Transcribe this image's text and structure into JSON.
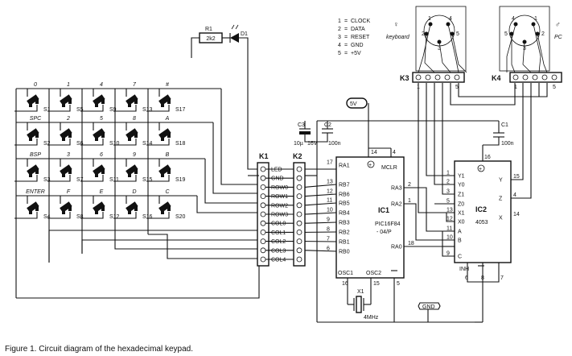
{
  "caption": "Figure 1. Circuit diagram of the hexadecimal keypad.",
  "keys": [
    {
      "label": "0",
      "ref": "S1"
    },
    {
      "label": "1",
      "ref": "S5"
    },
    {
      "label": "4",
      "ref": "S9"
    },
    {
      "label": "7",
      "ref": "S13"
    },
    {
      "label": "#",
      "ref": "S17"
    },
    {
      "label": "SPC",
      "ref": "S2"
    },
    {
      "label": "2",
      "ref": "S6"
    },
    {
      "label": "5",
      "ref": "S10"
    },
    {
      "label": "8",
      "ref": "S14"
    },
    {
      "label": "A",
      "ref": "S18"
    },
    {
      "label": "BSP",
      "ref": "S3"
    },
    {
      "label": "3",
      "ref": "S7"
    },
    {
      "label": "6",
      "ref": "S11"
    },
    {
      "label": "9",
      "ref": "S15"
    },
    {
      "label": "B",
      "ref": "S19"
    },
    {
      "label": "ENTER",
      "ref": "S4"
    },
    {
      "label": "F",
      "ref": "S8"
    },
    {
      "label": "E",
      "ref": "S12"
    },
    {
      "label": "D",
      "ref": "S16"
    },
    {
      "label": "C",
      "ref": "S20"
    }
  ],
  "led": {
    "resistor_ref": "R1",
    "resistor_value": "2k2",
    "diode_ref": "D1"
  },
  "k1": {
    "ref": "K1",
    "pins": [
      "LED",
      "GND",
      "ROW0",
      "ROW1",
      "ROW2",
      "ROW3",
      "COL0",
      "COL1",
      "COL2",
      "COL3",
      "COL4"
    ]
  },
  "k2": {
    "ref": "K2"
  },
  "ic1": {
    "ref": "IC1",
    "part1": "PIC16F84",
    "part2": "- 04/P",
    "left_pins": [
      {
        "num": "17",
        "name": "RA1"
      },
      {
        "num": "13",
        "name": "RB7"
      },
      {
        "num": "12",
        "name": "RB6"
      },
      {
        "num": "11",
        "name": "RB5"
      },
      {
        "num": "10",
        "name": "RB4"
      },
      {
        "num": "9",
        "name": "RB3"
      },
      {
        "num": "8",
        "name": "RB2"
      },
      {
        "num": "7",
        "name": "RB1"
      },
      {
        "num": "6",
        "name": "RB0"
      }
    ],
    "right_pins": [
      {
        "num": "2",
        "name": "RA3"
      },
      {
        "num": "1",
        "name": "RA2"
      },
      {
        "num": "18",
        "name": "RA0"
      }
    ],
    "mclr": "MCLR",
    "osc1": "OSC1",
    "osc2": "OSC2",
    "pin_vdd": "14",
    "pin_mclr": "4",
    "pin_osc1": "16",
    "pin_osc2": "15",
    "pin_vss": "5"
  },
  "ic2": {
    "ref": "IC2",
    "part": "4053",
    "left_pins": [
      {
        "num": "1",
        "name": "Y1"
      },
      {
        "num": "2",
        "name": "Y0"
      },
      {
        "num": "3",
        "name": "Z1"
      },
      {
        "num": "5",
        "name": "Z0"
      },
      {
        "num": "13",
        "name": "X1"
      },
      {
        "num": "12",
        "name": "X0"
      },
      {
        "num": "11",
        "name": "A"
      },
      {
        "num": "10",
        "name": "B"
      },
      {
        "num": "9",
        "name": "C"
      }
    ],
    "right_pins": [
      {
        "num": "15",
        "name": "Y"
      },
      {
        "num": "4",
        "name": "Z"
      },
      {
        "num": "14",
        "name": "X"
      }
    ],
    "inh": "INH",
    "pin_vdd": "16",
    "pin_inh": "6",
    "pin_8": "8",
    "pin_7": "7"
  },
  "crystal": {
    "ref": "X1",
    "value": "4MHz"
  },
  "caps": {
    "c3_ref": "C3",
    "c3_value1": "10µ",
    "c3_value2": "16V",
    "c2_ref": "C2",
    "c2_value": "100n",
    "c1_ref": "C1",
    "c1_value": "100n"
  },
  "supply": {
    "v5": "5V",
    "gnd": "GND"
  },
  "legend": [
    {
      "num": "1",
      "name": "CLOCK"
    },
    {
      "num": "2",
      "name": "DATA"
    },
    {
      "num": "3",
      "name": "RESET"
    },
    {
      "num": "4",
      "name": "GND"
    },
    {
      "num": "5",
      "name": "+5V"
    }
  ],
  "connectors": {
    "keyboard": "keyboard",
    "pc": "PC",
    "k3": "K3",
    "k4": "K4",
    "din_pins": [
      "1",
      "2",
      "3",
      "4",
      "5"
    ]
  }
}
